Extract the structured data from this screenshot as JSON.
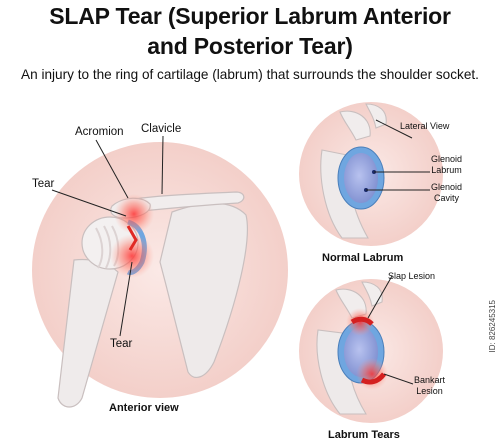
{
  "header": {
    "title_line1": "SLAP Tear (Superior Labrum Anterior",
    "title_line2": "and Posterior Tear)",
    "subtitle": "An injury to the ring of cartilage (labrum) that surrounds the shoulder socket."
  },
  "anterior_view": {
    "caption": "Anterior view",
    "labels": {
      "acromion": "Acromion",
      "clavicle": "Clavicle",
      "tear_top": "Tear",
      "tear_bottom": "Tear"
    }
  },
  "normal_labrum": {
    "caption": "Normal Labrum",
    "labels": {
      "lateral_view": "Lateral View",
      "glenoid_labrum": "Glenoid\nLabrum",
      "glenoid_cavity": "Glenoid\nCavity"
    }
  },
  "labrum_tears": {
    "caption": "Labrum Tears",
    "labels": {
      "slap_lesion": "Slap Lesion",
      "bankart_lesion": "Bankart\nLesion"
    }
  },
  "watermark": {
    "text": "ID: 826245315"
  },
  "colors": {
    "circle_bg": "#f6d8d4",
    "bone": "#ece8e6",
    "labrum": "#7fb6e6",
    "cavity": "#8f9fd8",
    "tear": "#e8342e"
  }
}
